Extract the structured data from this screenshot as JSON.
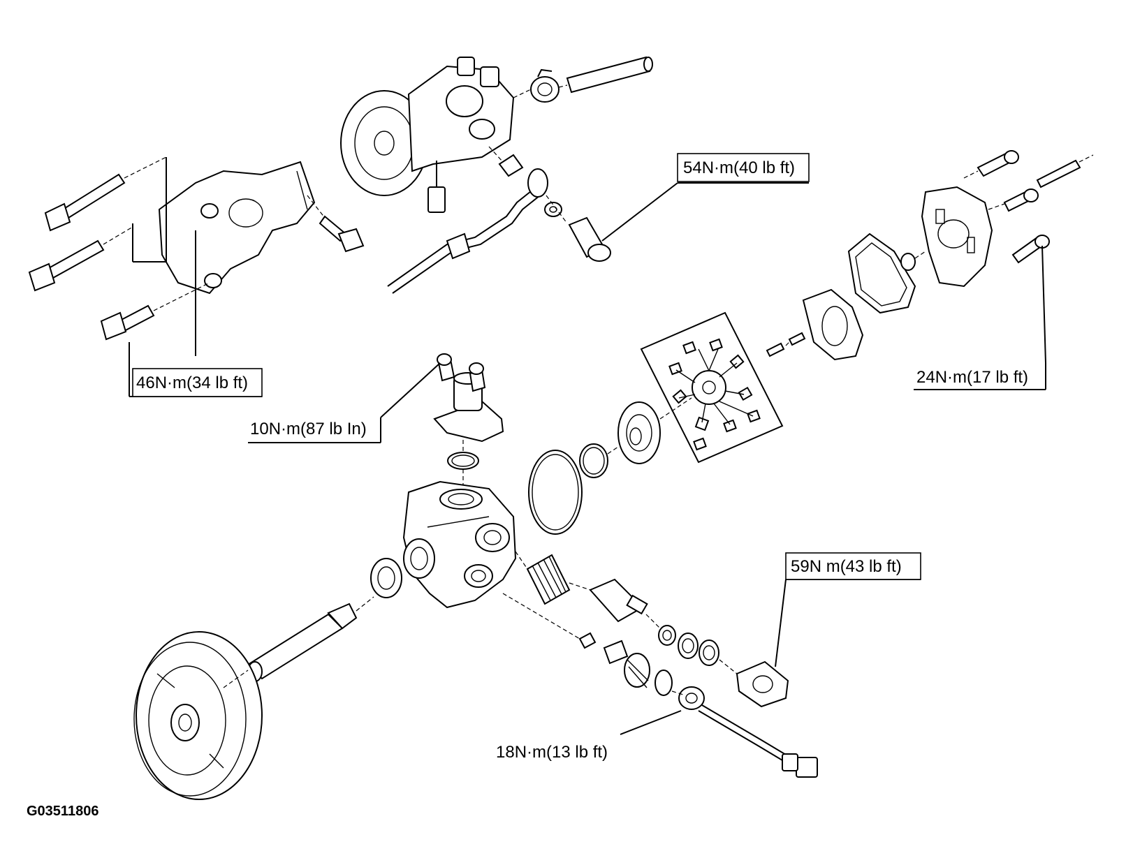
{
  "diagram": {
    "figure_code": "G03511806",
    "torque_labels": {
      "t54": "54N·m(40 lb ft)",
      "t46": "46N·m(34 lb ft)",
      "t10": "10N·m(87 lb In)",
      "t24": "24N·m(17 lb ft)",
      "t59": "59N m(43 lb ft)",
      "t18": "18N·m(13 lb ft)"
    }
  }
}
